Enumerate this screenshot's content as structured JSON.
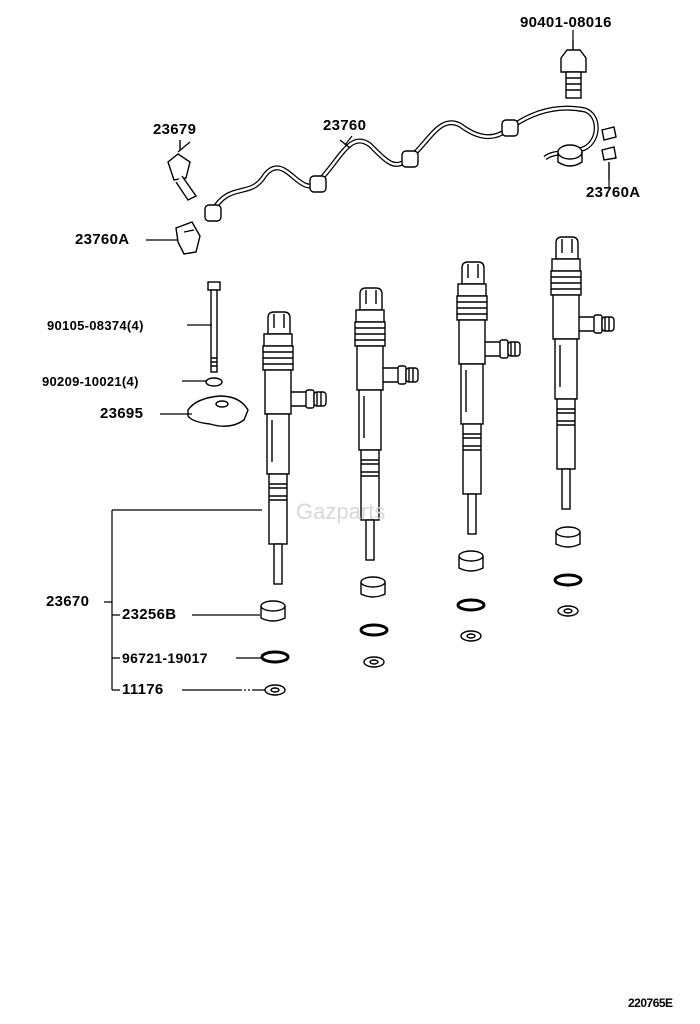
{
  "diagram": {
    "labels": {
      "bolt_top": "90401-08016",
      "union_bolt": "23679",
      "fuel_pipe": "23760",
      "clamp_right": "23760A",
      "clamp_left": "23760A",
      "bolt_long": "90105-08374(4)",
      "washer": "90209-10021(4)",
      "clamp_injector": "23695",
      "injector": "23670",
      "seal_cup": "23256B",
      "o_ring": "96721-19017",
      "gasket": "11176"
    },
    "watermark": "Gazparts",
    "diagram_code": "220765E"
  }
}
